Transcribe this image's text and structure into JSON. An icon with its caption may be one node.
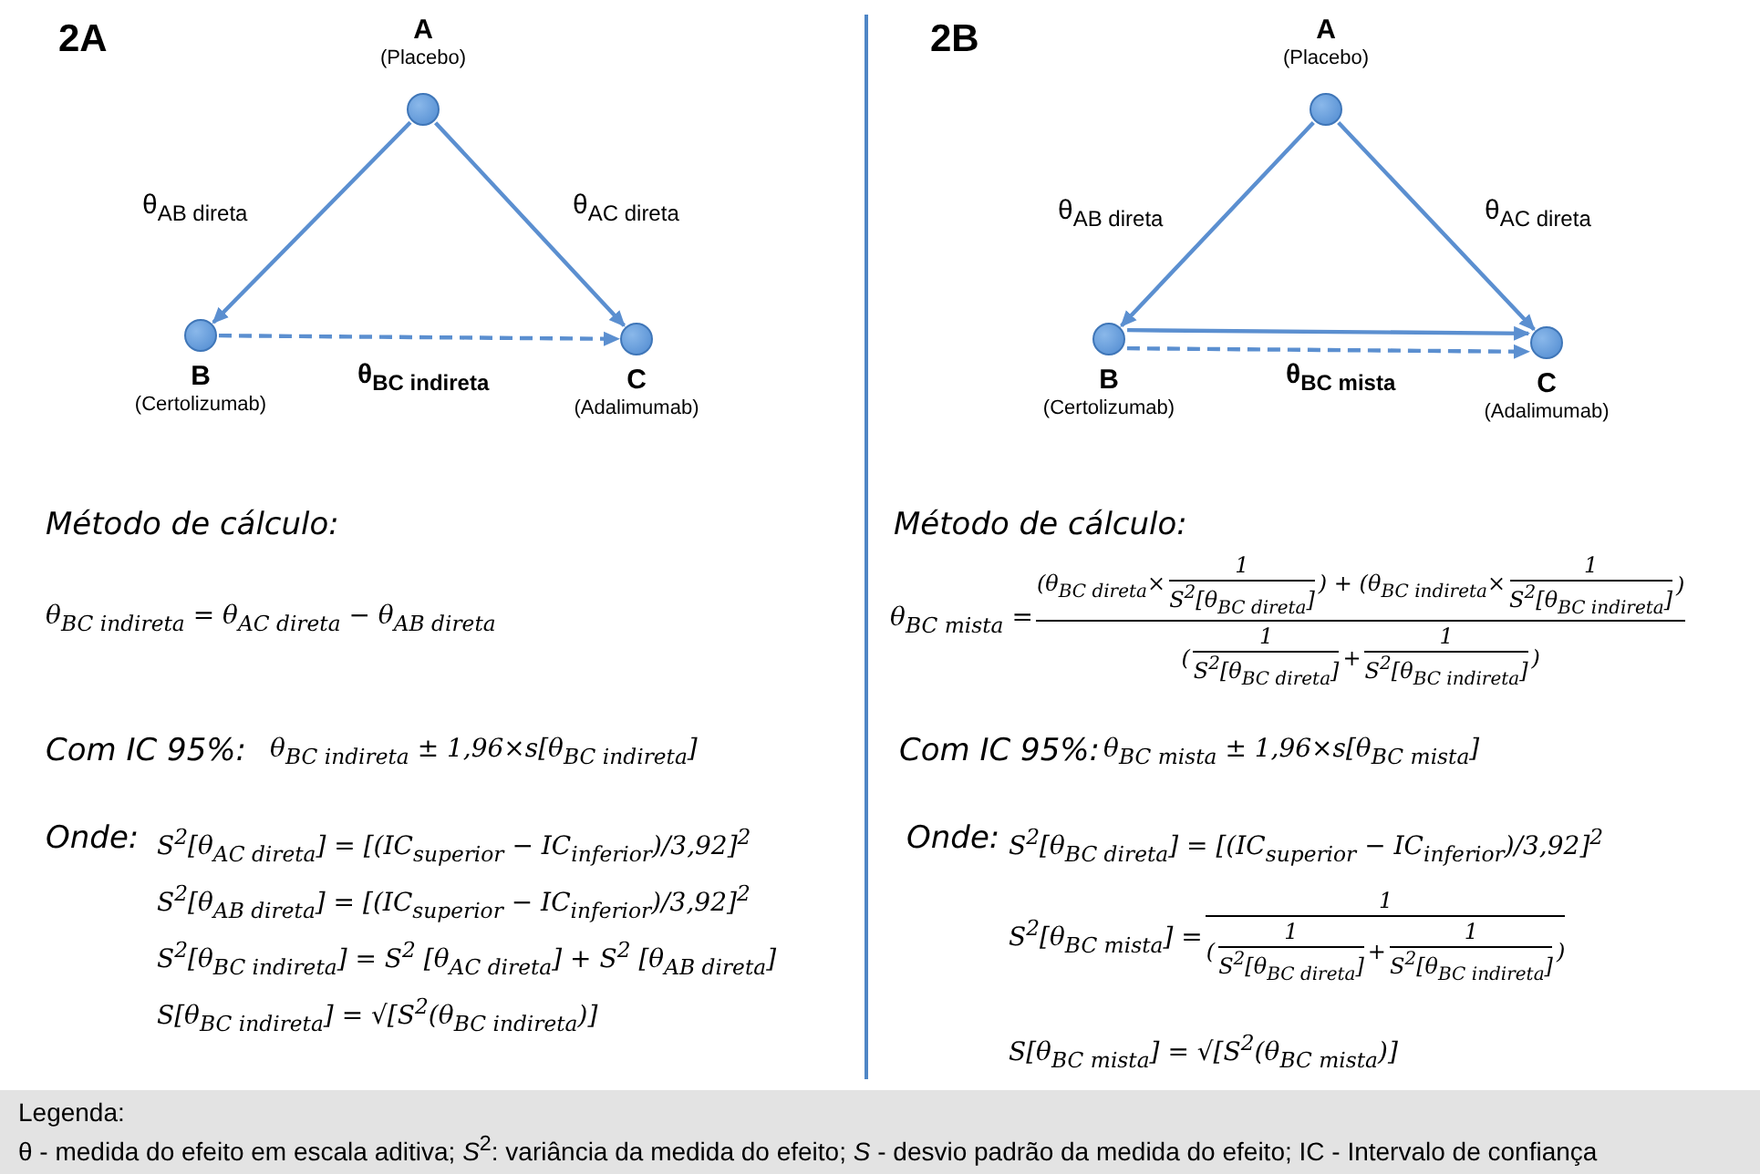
{
  "diagram": {
    "nodes": [
      {
        "text": [
          "A"
        ],
        "beside": [
          "(Placebo)"
        ]
      },
      {
        "text": [
          "B"
        ],
        "beside": [
          "(Certolizumab)"
        ]
      },
      {
        "text": [
          "C"
        ],
        "beside": [
          "(Adalimumab)"
        ]
      },
      {
        "text": [
          "A"
        ],
        "beside": [
          "(Placebo)"
        ]
      },
      {
        "text": [
          "B"
        ],
        "beside": [
          "(Certolizumab)"
        ]
      },
      {
        "text": [
          "C"
        ],
        "beside": [
          "(Adalimumab)"
        ]
      }
    ],
    "edges": [
      {
        "from": 0,
        "to": 1,
        "arrow": "to",
        "label": "θ$_{AB direta}$"
      },
      {
        "from": 0,
        "to": 2,
        "arrow": "to",
        "label": "θ$_{AC direta}$"
      },
      {
        "from": 1,
        "to": 2,
        "arrow": "to",
        "style": "dashed",
        "label": "θ$_{BC indireta}$"
      },
      {
        "from": 3,
        "to": 4,
        "arrow": "to",
        "label": "θ$_{AB direta}$"
      },
      {
        "from": 3,
        "to": 5,
        "arrow": "to",
        "label": "θ$_{AC direta}$"
      },
      {
        "from": 4,
        "to": 5,
        "arrow": "to"
      },
      {
        "from": 4,
        "to": 5,
        "arrow": "to",
        "style": "dashed",
        "label": "θ$_{BC mista}$"
      }
    ],
    "labels": [
      "2A",
      "Método de cálculo:",
      "θ$_{BC indireta}$ = θ$_{AC direta}$ − θ$_{AB direta}$",
      "Com IC 95%:",
      "θ$_{BC indireta}$ ± 1,96×s[θ$_{BC indireta}$]",
      "Onde:",
      "S$^{2}$[θ$_{AC direta}$] = [(IC$_{superior}$ − IC$_{inferior}$)/3,92]$^{2}$",
      "S$^{2}$[θ$_{AB direta}$] = [(IC$_{superior}$ − IC$_{inferior}$)/3,92]$^{2}$",
      "S$^{2}$[θ$_{BC indireta}$] = S$^{2}$ [θ$_{AC direta}$] + S$^{2}$ [θ$_{AB direta}$]",
      "S[θ$_{BC indireta}$] = √[S$^{2}$(θ$_{BC indireta}$)]",
      "2B",
      "Método de cálculo:",
      "θ$_{BC mista}$ =",
      "(θ$_{BC direta}$×",
      "1",
      "S$^{2}$[θ$_{BC direta}$]",
      ") + (θ$_{BC indireta}$×",
      "1",
      "S$^{2}$[θ$_{BC indireta}$]",
      ")",
      "(",
      "1",
      "S$^{2}$[θ$_{BC direta}$]",
      "+",
      "1",
      "S$^{2}$[θ$_{BC indireta}$]",
      ")",
      "Com IC 95%:",
      "θ$_{BC mista}$ ± 1,96×s[θ$_{BC mista}$]",
      "Onde:",
      "S$^{2}$[θ$_{BC direta}$] = [(IC$_{superior}$ − IC$_{inferior}$)/3,92]$^{2}$",
      "S$^{2}$[θ$_{BC mista}$] =",
      "1",
      "(",
      "1",
      "S$^{2}$[θ$_{BC direta}$]",
      "+",
      "1",
      "S$^{2}$[θ$_{BC indireta}$]",
      ")",
      "S[θ$_{BC mista}$] = √[S$^{2}$(θ$_{BC mista}$)]",
      "Legenda:",
      "θ - medida do efeito em escala aditiva; *S*$^{2}$: variância da medida do efeito; *S* - desvio padrão da medida do efeito; IC - Intervalo de confiança"
    ]
  }
}
